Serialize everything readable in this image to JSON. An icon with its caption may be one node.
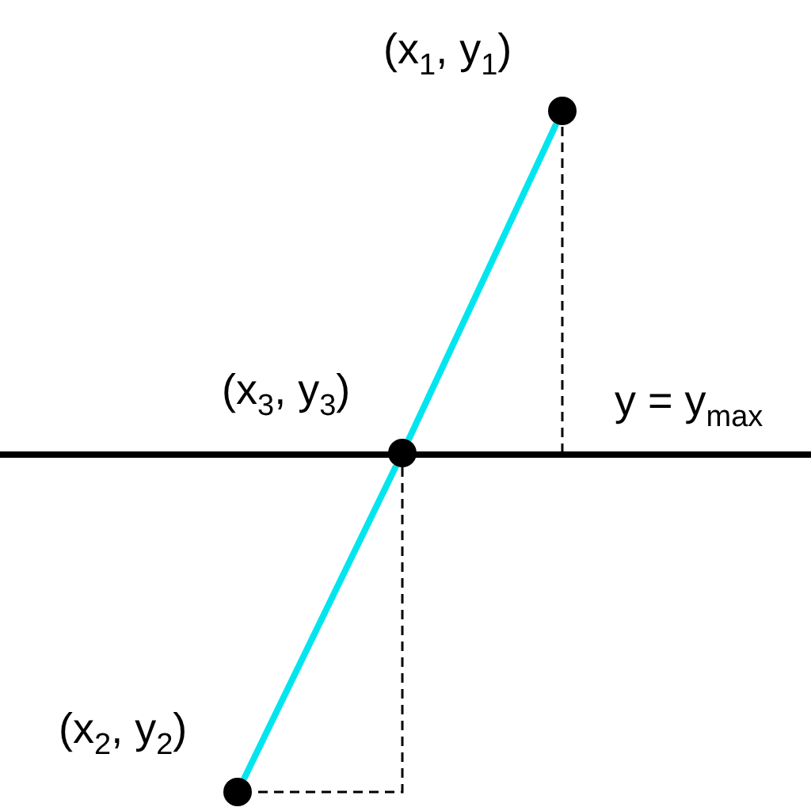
{
  "diagram": {
    "nodes": [
      {
        "text": [],
        "shape": "circle",
        "beside": [
          "(x$_{1}$, y$_{1}$)"
        ]
      },
      {
        "text": [],
        "shape": "circle",
        "beside": [
          "(x$_{3}$, y$_{3}$)"
        ]
      },
      {
        "text": [],
        "shape": "circle",
        "beside": [
          "(x$_{2}$, y$_{2}$)"
        ]
      }
    ],
    "edges": [
      {
        "from": 0,
        "to": 1,
        "arrow": "none"
      },
      {
        "from": 1,
        "to": 2,
        "arrow": "none"
      },
      {
        "from": 1,
        "to": 2,
        "arrow": "none",
        "style": "dashed",
        "color": "#000000"
      }
    ],
    "labels": [
      "y = y$_{max}$"
    ]
  }
}
